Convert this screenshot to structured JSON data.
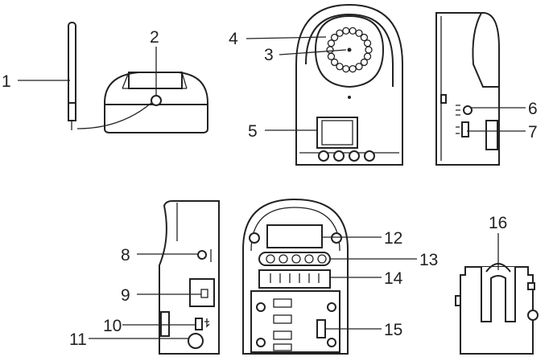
{
  "callouts": [
    {
      "num": "1"
    },
    {
      "num": "2"
    },
    {
      "num": "3"
    },
    {
      "num": "4"
    },
    {
      "num": "5"
    },
    {
      "num": "6"
    },
    {
      "num": "7"
    },
    {
      "num": "8"
    },
    {
      "num": "9"
    },
    {
      "num": "10"
    },
    {
      "num": "11"
    },
    {
      "num": "12"
    },
    {
      "num": "13"
    },
    {
      "num": "14"
    },
    {
      "num": "15"
    },
    {
      "num": "16"
    }
  ]
}
